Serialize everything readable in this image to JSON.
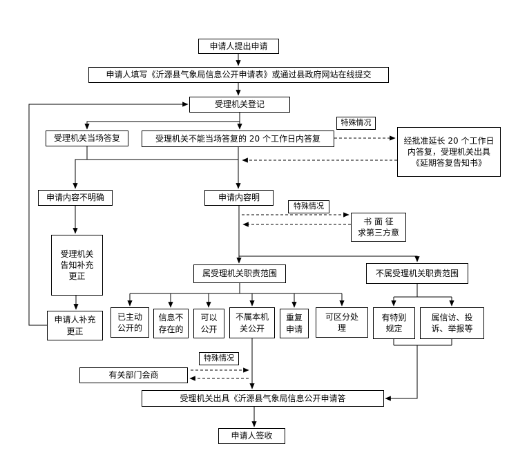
{
  "diagram": {
    "type": "flowchart",
    "colors": {
      "line": "#000000",
      "border": "#000000",
      "background": "#ffffff",
      "text": "#000000"
    }
  },
  "nodes": {
    "apply": {
      "label": "申请人提出申请"
    },
    "fill_form": {
      "label": "申请人填写《沂源县气象局信息公开申请表》或通过县政府网站在线提交"
    },
    "register": {
      "label": "受理机关登记"
    },
    "special_case_1": {
      "label": "特殊情况"
    },
    "onspot_reply": {
      "label": "受理机关当场答复"
    },
    "reply_20days": {
      "label": "受理机关不能当场答复的 20 个工作日内答复"
    },
    "extend_reply": {
      "label": "经批准延长 20 个工作日\n内答复，受理机关出具\n《延期答复告知书》"
    },
    "content_unclear": {
      "label": "申请内容不明确"
    },
    "content_clear": {
      "label": "申请内容明"
    },
    "special_case_2": {
      "label": "特殊情况"
    },
    "third_party": {
      "label": "书 面 征\n求第三方意"
    },
    "notify_supplement": {
      "label": "受理机关\n告知补充\n更正"
    },
    "in_scope": {
      "label": "属受理机关职责范围"
    },
    "out_scope": {
      "label": "不属受理机关职责范围"
    },
    "applicant_supplement": {
      "label": "申请人补充\n更正"
    },
    "already_public": {
      "label": "已主动\n公开的"
    },
    "not_exist": {
      "label": "信息不\n存在的"
    },
    "can_public": {
      "label": "可以\n公开"
    },
    "not_this_org": {
      "label": "不属本机\n关公开"
    },
    "repeat_apply": {
      "label": "重复\n申请"
    },
    "separable": {
      "label": "可区分处\n理"
    },
    "special_rule": {
      "label": "有特别\n规定"
    },
    "petition": {
      "label": "属信访、投\n诉、举报等"
    },
    "special_case_3": {
      "label": "特殊情况"
    },
    "consult": {
      "label": "有关部门会商"
    },
    "issue_reply": {
      "label": "受理机关出具《沂源县气象局信息公开申请答"
    },
    "sign": {
      "label": "申请人签收"
    }
  }
}
